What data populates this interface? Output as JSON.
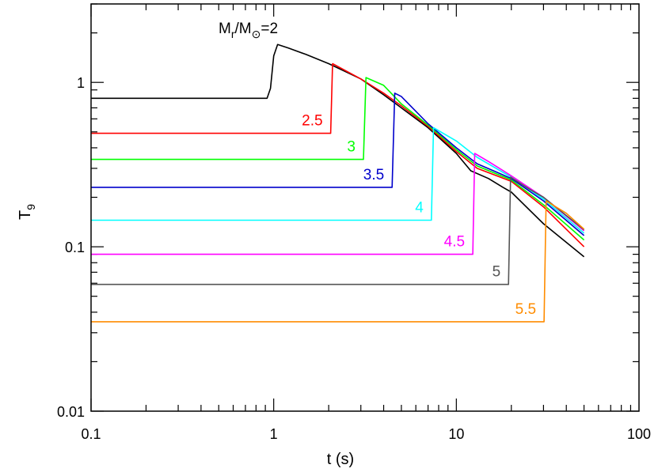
{
  "chart_data": {
    "type": "line",
    "xlabel": "t (s)",
    "ylabel": "T9",
    "xscale": "log",
    "yscale": "log",
    "xlim": [
      0.1,
      100
    ],
    "ylim": [
      0.01,
      3
    ],
    "x_ticks": [
      {
        "value": 0.1,
        "label": "0.1"
      },
      {
        "value": 1,
        "label": "1"
      },
      {
        "value": 10,
        "label": "10"
      },
      {
        "value": 100,
        "label": "100"
      }
    ],
    "y_ticks": [
      {
        "value": 0.01,
        "label": "0.01"
      },
      {
        "value": 0.1,
        "label": "0.1"
      },
      {
        "value": 1,
        "label": "1"
      }
    ],
    "series": [
      {
        "label": "Mr/M⊙=2",
        "color": "#000000",
        "points": [
          [
            0.1,
            0.8
          ],
          [
            0.92,
            0.8
          ],
          [
            0.96,
            0.92
          ],
          [
            1.0,
            1.45
          ],
          [
            1.05,
            1.7
          ],
          [
            1.2,
            1.62
          ],
          [
            1.5,
            1.48
          ],
          [
            2.0,
            1.3
          ],
          [
            3.0,
            1.05
          ],
          [
            4.0,
            0.84
          ],
          [
            5.0,
            0.7
          ],
          [
            7.0,
            0.53
          ],
          [
            10.0,
            0.37
          ],
          [
            12.0,
            0.29
          ],
          [
            15.0,
            0.26
          ],
          [
            18.0,
            0.23
          ],
          [
            20.0,
            0.215
          ],
          [
            30.0,
            0.138
          ],
          [
            50.0,
            0.087
          ]
        ]
      },
      {
        "label": "2.5",
        "color": "#ff0000",
        "points": [
          [
            0.1,
            0.49
          ],
          [
            2.05,
            0.49
          ],
          [
            2.1,
            1.3
          ],
          [
            3.0,
            1.05
          ],
          [
            4.0,
            0.86
          ],
          [
            5.0,
            0.72
          ],
          [
            7.0,
            0.54
          ],
          [
            10.0,
            0.38
          ],
          [
            13.0,
            0.3
          ],
          [
            20.0,
            0.25
          ],
          [
            30.0,
            0.175
          ],
          [
            50.0,
            0.1
          ]
        ]
      },
      {
        "label": "3",
        "color": "#00ff00",
        "points": [
          [
            0.1,
            0.34
          ],
          [
            3.1,
            0.34
          ],
          [
            3.2,
            1.07
          ],
          [
            4.0,
            0.96
          ],
          [
            5.0,
            0.74
          ],
          [
            7.0,
            0.55
          ],
          [
            10.0,
            0.39
          ],
          [
            13.0,
            0.31
          ],
          [
            20.0,
            0.255
          ],
          [
            30.0,
            0.18
          ],
          [
            50.0,
            0.11
          ]
        ]
      },
      {
        "label": "3.5",
        "color": "#0000cc",
        "points": [
          [
            0.1,
            0.23
          ],
          [
            4.45,
            0.23
          ],
          [
            4.6,
            0.86
          ],
          [
            5.0,
            0.82
          ],
          [
            7.0,
            0.56
          ],
          [
            10.0,
            0.4
          ],
          [
            13.0,
            0.32
          ],
          [
            20.0,
            0.26
          ],
          [
            30.0,
            0.19
          ],
          [
            50.0,
            0.117
          ]
        ]
      },
      {
        "label": "4",
        "color": "#00ffff",
        "points": [
          [
            0.1,
            0.145
          ],
          [
            7.3,
            0.145
          ],
          [
            7.5,
            0.53
          ],
          [
            10.0,
            0.44
          ],
          [
            13.0,
            0.35
          ],
          [
            20.0,
            0.265
          ],
          [
            30.0,
            0.195
          ],
          [
            50.0,
            0.121
          ]
        ]
      },
      {
        "label": "4.5",
        "color": "#ff00ff",
        "points": [
          [
            0.1,
            0.09
          ],
          [
            12.3,
            0.09
          ],
          [
            12.6,
            0.37
          ],
          [
            15.0,
            0.33
          ],
          [
            20.0,
            0.27
          ],
          [
            30.0,
            0.2
          ],
          [
            50.0,
            0.125
          ]
        ]
      },
      {
        "label": "5",
        "color": "#555555",
        "points": [
          [
            0.1,
            0.059
          ],
          [
            19.3,
            0.059
          ],
          [
            19.8,
            0.265
          ],
          [
            25.0,
            0.225
          ],
          [
            30.0,
            0.2
          ],
          [
            50.0,
            0.127
          ]
        ]
      },
      {
        "label": "5.5",
        "color": "#ff8c00",
        "points": [
          [
            0.1,
            0.035
          ],
          [
            30.2,
            0.035
          ],
          [
            31.0,
            0.19
          ],
          [
            40.0,
            0.16
          ],
          [
            50.0,
            0.128
          ]
        ]
      }
    ]
  }
}
